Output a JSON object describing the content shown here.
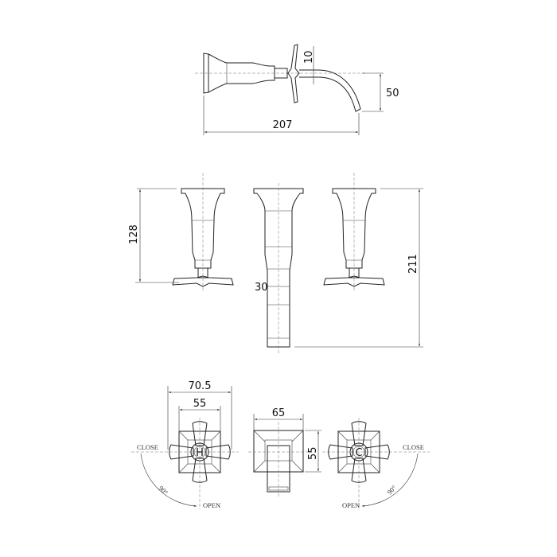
{
  "side_view": {
    "length": "207",
    "drop": "50",
    "handle_offset": "10"
  },
  "front_view": {
    "handle_height": "128",
    "spout_length": "211",
    "spout_width": "30"
  },
  "plan_view": {
    "handle_span": "70.5",
    "handle_plate": "55",
    "spout_plate_width": "65",
    "spout_plate_height": "55",
    "hot_label": "H",
    "cold_label": "C",
    "close_label": "CLOSE",
    "open_label": "OPEN",
    "rotation": "90°"
  }
}
